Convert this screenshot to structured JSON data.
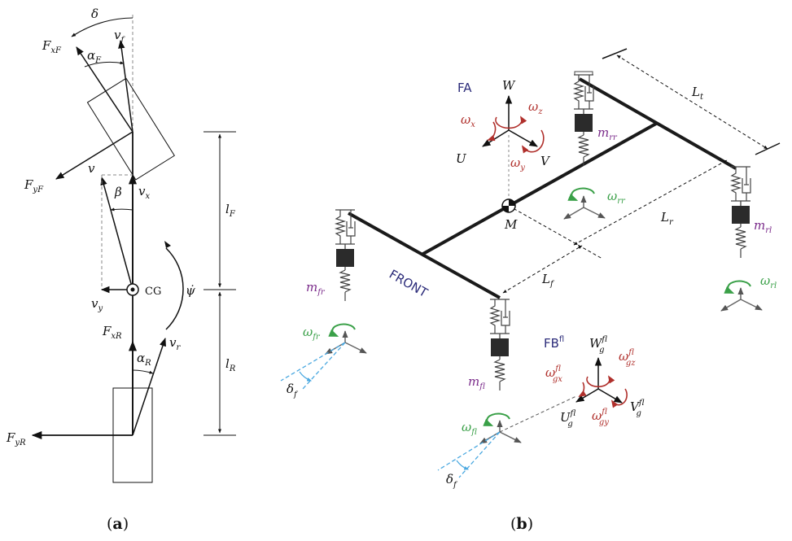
{
  "panel_a": {
    "caption_open": "(",
    "caption_letter": "a",
    "caption_close": ")",
    "delta": "δ",
    "FxF": {
      "main": "F",
      "sub": "xF"
    },
    "vf": {
      "main": "v",
      "sub": "f"
    },
    "alphaF": {
      "main": "α",
      "sub": "F"
    },
    "FyF": {
      "main": "F",
      "sub": "yF"
    },
    "v": "v",
    "beta": "β",
    "vx": {
      "main": "v",
      "sub": "x"
    },
    "lF": {
      "main": "l",
      "sub": "F"
    },
    "psi_dot": "ψ̇",
    "CG": "CG",
    "vy": {
      "main": "v",
      "sub": "y"
    },
    "FxR": {
      "main": "F",
      "sub": "xR"
    },
    "vr": {
      "main": "v",
      "sub": "r"
    },
    "alphaR": {
      "main": "α",
      "sub": "R"
    },
    "lR": {
      "main": "l",
      "sub": "R"
    },
    "FyR": {
      "main": "F",
      "sub": "yR"
    }
  },
  "panel_b": {
    "caption_open": "(",
    "caption_letter": "b",
    "caption_close": ")",
    "FA": "FA",
    "W": "W",
    "U": "U",
    "V": "V",
    "omega_x": {
      "main": "ω",
      "sub": "x"
    },
    "omega_y": {
      "main": "ω",
      "sub": "y"
    },
    "omega_z": {
      "main": "ω",
      "sub": "z"
    },
    "M": "M",
    "Lt": {
      "main": "L",
      "sub": "t"
    },
    "Lr": {
      "main": "L",
      "sub": "r"
    },
    "Lf": {
      "main": "L",
      "sub": "f"
    },
    "FRONT": "FRONT",
    "m_rr": {
      "main": "m",
      "sub": "rr"
    },
    "m_rl": {
      "main": "m",
      "sub": "rl"
    },
    "m_fr": {
      "main": "m",
      "sub": "fr"
    },
    "m_fl": {
      "main": "m",
      "sub": "fl"
    },
    "omega_rr": {
      "main": "ω",
      "sub": "rr"
    },
    "omega_rl": {
      "main": "ω",
      "sub": "rl"
    },
    "omega_fr": {
      "main": "ω",
      "sub": "fr"
    },
    "omega_fl": {
      "main": "ω",
      "sub": "fl"
    },
    "delta_f": {
      "main": "δ",
      "sub": "f"
    },
    "FB": {
      "main": "FB",
      "sup": "fl"
    },
    "Wg": {
      "main": "W",
      "sup": "fl",
      "sub": "g"
    },
    "Ug": {
      "main": "U",
      "sup": "fl",
      "sub": "g"
    },
    "Vg": {
      "main": "V",
      "sup": "fl",
      "sub": "g"
    },
    "omega_gx": {
      "main": "ω",
      "sup": "fl",
      "sub": "gx"
    },
    "omega_gy": {
      "main": "ω",
      "sup": "fl",
      "sub": "gy"
    },
    "omega_gz": {
      "main": "ω",
      "sup": "fl",
      "sub": "gz"
    }
  },
  "colors": {
    "black": "#111111",
    "chassis": "#1a1a1a",
    "spring": "#444444",
    "mass_block": "#2b2b2b",
    "red_rotation": "#b0302c",
    "green_rotation": "#3aa048",
    "steer_blue": "#4aa8e0",
    "mass_label": "#7a2a8a",
    "frame_label": "#2c2c7a"
  },
  "icons": {
    "cg_marker": "circled-dot-icon",
    "mass_marker": "checkered-circle-icon"
  }
}
